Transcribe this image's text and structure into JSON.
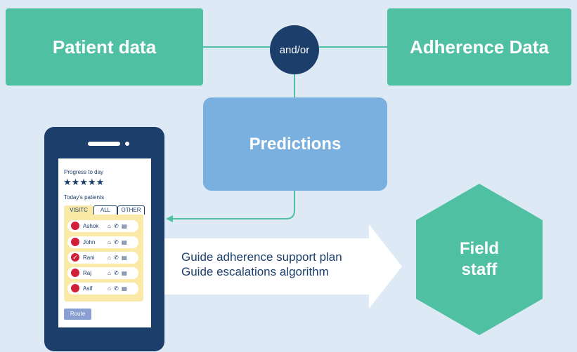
{
  "diagram": {
    "patient_data": "Patient data",
    "adherence_data": "Adherence Data",
    "connector": "and/or",
    "predictions": "Predictions",
    "guide_lines": [
      "Guide adherence support plan",
      "Guide escalations algorithm"
    ],
    "field_staff_lines": [
      "Field",
      "staff"
    ]
  },
  "phone": {
    "progress_label": "Progress to day",
    "stars": "★★★★★",
    "todays_patients_label": "Today's patients",
    "tabs": [
      "VISITC",
      "ALL",
      "OTHER"
    ],
    "patients": [
      {
        "name": "Ashok",
        "status": "pending"
      },
      {
        "name": "John",
        "status": "pending"
      },
      {
        "name": "Rani",
        "status": "done"
      },
      {
        "name": "Raj",
        "status": "pending"
      },
      {
        "name": "Asif",
        "status": "pending"
      }
    ],
    "route_button": "Route"
  },
  "colors": {
    "background": "#dde9f4",
    "teal": "#4fc0a2",
    "navy": "#1c3e6a",
    "blue": "#79b0e0",
    "yellow": "#fbe9a7",
    "red": "#d11f3a"
  }
}
